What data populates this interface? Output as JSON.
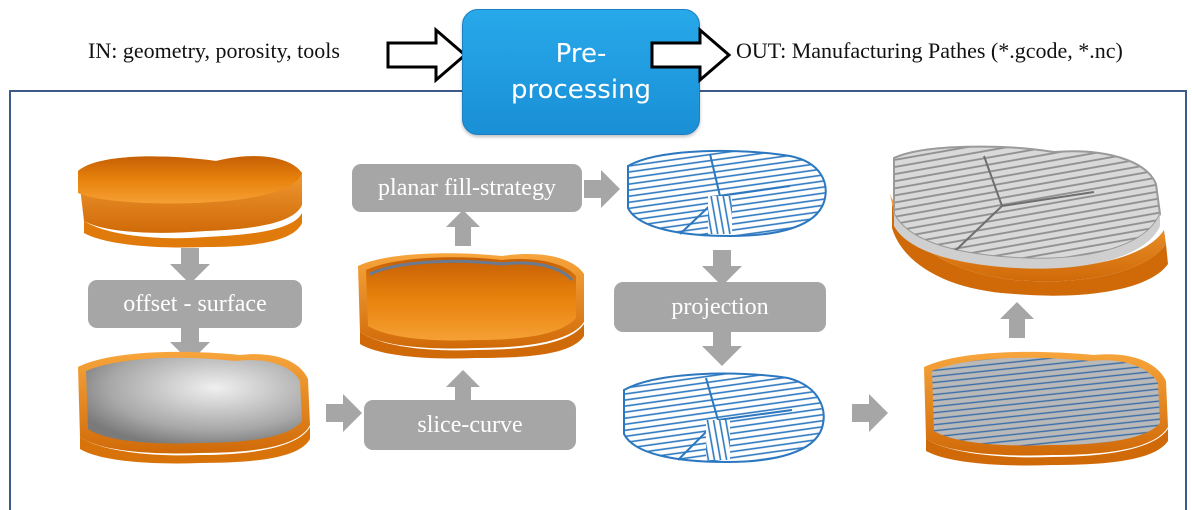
{
  "header": {
    "input_text": "IN: geometry, porosity, tools",
    "process_label": "Pre-\nprocessing",
    "output_text": "OUT: Manufacturing Pathes (*.gcode, *.nc)"
  },
  "steps": {
    "offset_surface": "offset - surface",
    "slice_curve": "slice-curve",
    "planar_fill": "planar fill-strategy",
    "projection": "projection"
  },
  "colors": {
    "orange": "#e8820c",
    "blue_accent": "#1e9be0",
    "gray_box": "#a6a6a6",
    "frame_border": "#3d5a88",
    "toolpath_blue": "#2c6fb5"
  }
}
